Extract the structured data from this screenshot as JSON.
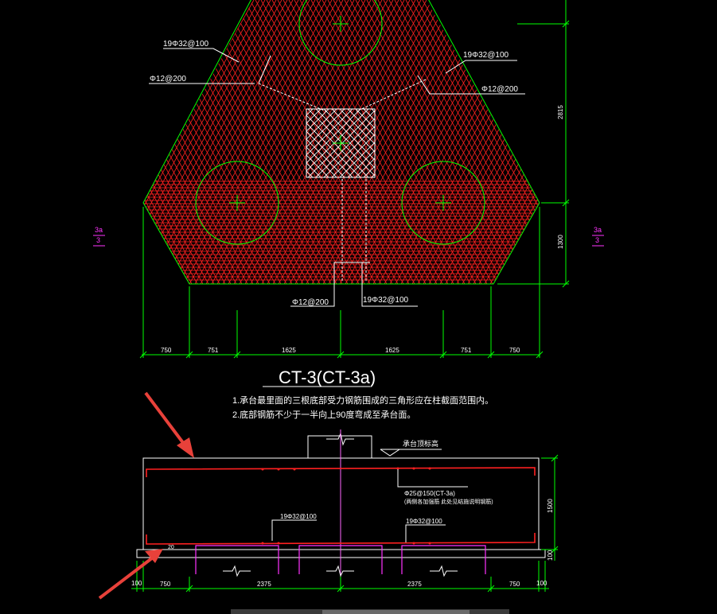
{
  "plan": {
    "rebar_labels": {
      "top_left_main": "19Φ32@100",
      "top_left_dist": "Φ12@200",
      "top_right_main": "19Φ32@100",
      "top_right_dist": "Φ12@200",
      "bottom_dist": "Φ12@200",
      "bottom_main": "19Φ32@100"
    },
    "right_dims": {
      "upper": "2815",
      "lower": "1300"
    },
    "section_marks": {
      "left_top": "3a",
      "left_bot": "3",
      "right_top": "3a",
      "right_bot": "3"
    },
    "bottom_dims": [
      "750",
      "751",
      "1625",
      "1625",
      "751",
      "750"
    ]
  },
  "title": "CT-3(CT-3a)",
  "notes": [
    "1.承台最里面的三根底部受力钢筋围成的三角形应在柱截面范围内。",
    "2.底部钢筋不少于一半向上90度弯成至承台面。"
  ],
  "section": {
    "top_label": "承台顶标高",
    "side_rebar": "Φ25@150(CT-3a)",
    "side_rebar_note": "(两侧各加强筋 此处见结施说明钢筋)",
    "bottom_rebar_left": "19Φ32@100",
    "bottom_rebar_right": "19Φ32@100",
    "height_dim": "1500",
    "base_dim": "100",
    "bottom_dims": [
      "100",
      "750",
      "2375",
      "2375",
      "750",
      "100"
    ],
    "small_mark": "20"
  },
  "colors": {
    "outline": "#00ff00",
    "rebar": "#ff2020",
    "pile": "#ff33ff",
    "text": "#ffffff",
    "arrow": "#e8413a",
    "background": "#000000"
  }
}
